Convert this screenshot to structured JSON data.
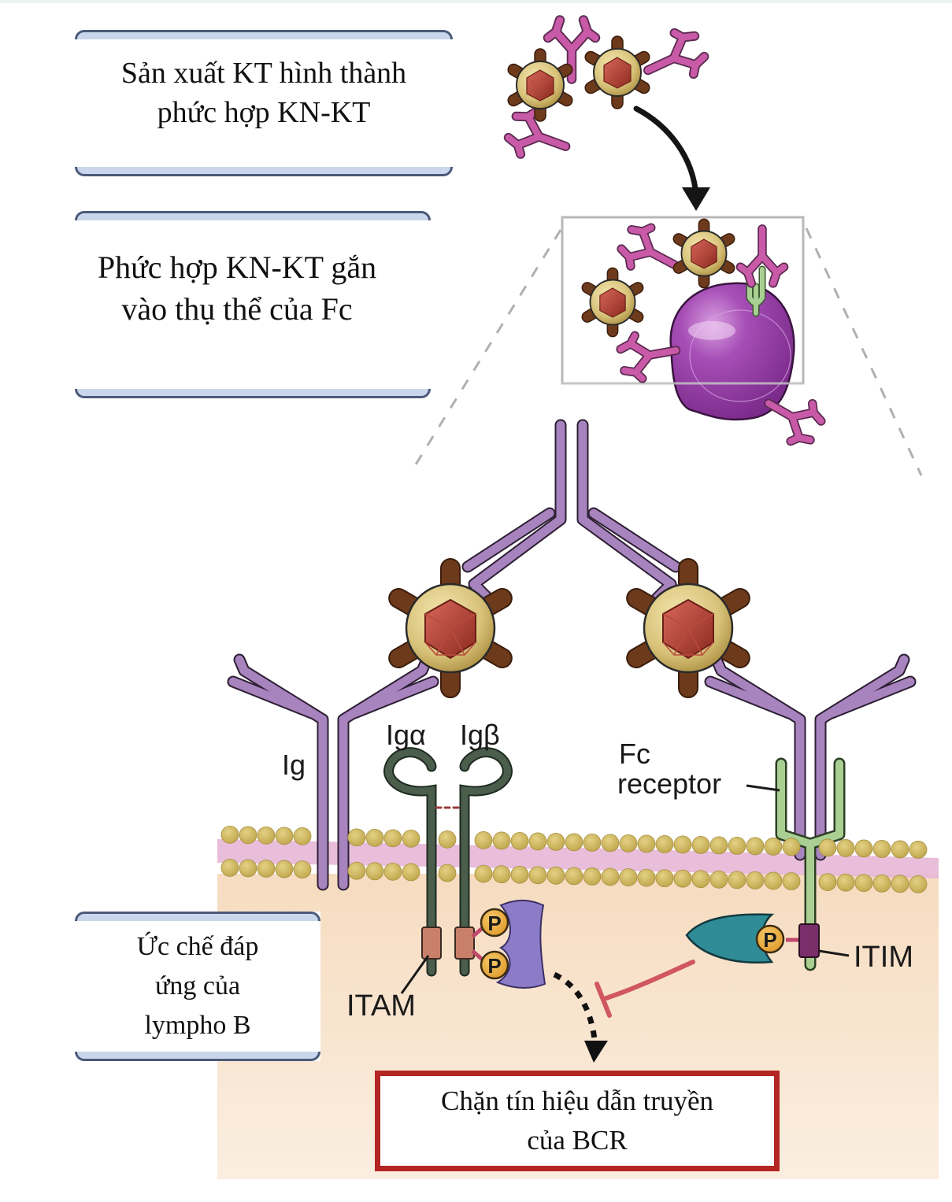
{
  "steps": {
    "step1": "Sản xuất KT hình thành phức hợp KN-KT",
    "step1_lines": [
      "Sản xuất KT hình thành",
      "phức hợp KN-KT"
    ],
    "step2_lines": [
      "Phức hợp KN-KT gắn",
      "vào thụ thể của Fc"
    ],
    "step3_lines": [
      "Ức chế đáp",
      "ứng của",
      "lympho B"
    ]
  },
  "result": {
    "lines": [
      "Chặn tín hiệu dẫn truyền",
      "của BCR"
    ]
  },
  "labels": {
    "ig": "Ig",
    "ig_alpha": "Igα",
    "ig_beta": "Igβ",
    "fc_line1": "Fc",
    "fc_line2": "receptor",
    "itam": "ITAM",
    "itim": "ITIM",
    "phospho": "P"
  },
  "colors": {
    "antibody": "#a884bf",
    "antibody_small": "#c85aa8",
    "fc_receptor": "#a9cf92",
    "ig_alpha_beta": "#4b5e4c",
    "itam": "#c9806a",
    "itim": "#7a2f6a",
    "phosphate": "#e8a93a",
    "syk_kinase": "#8c7cc8",
    "ship_phosphatase": "#2f8c96",
    "inhibition": "#d0575f",
    "lipid_head": "#c8b35a",
    "lipid_tail": "#e7b7d6",
    "cytoplasm": "#f8e4cc",
    "virus_capsid": "#a83a2c",
    "virus_envelope": "#d8c27a",
    "virus_spike": "#6d3a1b",
    "b_cell": "#9b3fa8",
    "result_border": "#b32623",
    "box_bar": "#4a5a78"
  }
}
